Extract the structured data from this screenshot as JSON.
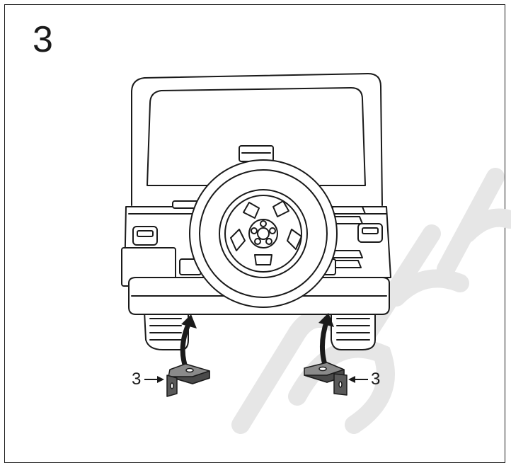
{
  "step": {
    "number": "3"
  },
  "callouts": {
    "left_part": "3",
    "right_part": "3"
  },
  "colors": {
    "line": "#1a1a1a",
    "bracket_fill": "#6e6e6e",
    "watermark": "#e6e6e6",
    "background": "#ffffff"
  },
  "icons": {
    "arrow_up": "curved-arrow-up-icon",
    "arrow_pointer": "arrow-right-icon"
  }
}
